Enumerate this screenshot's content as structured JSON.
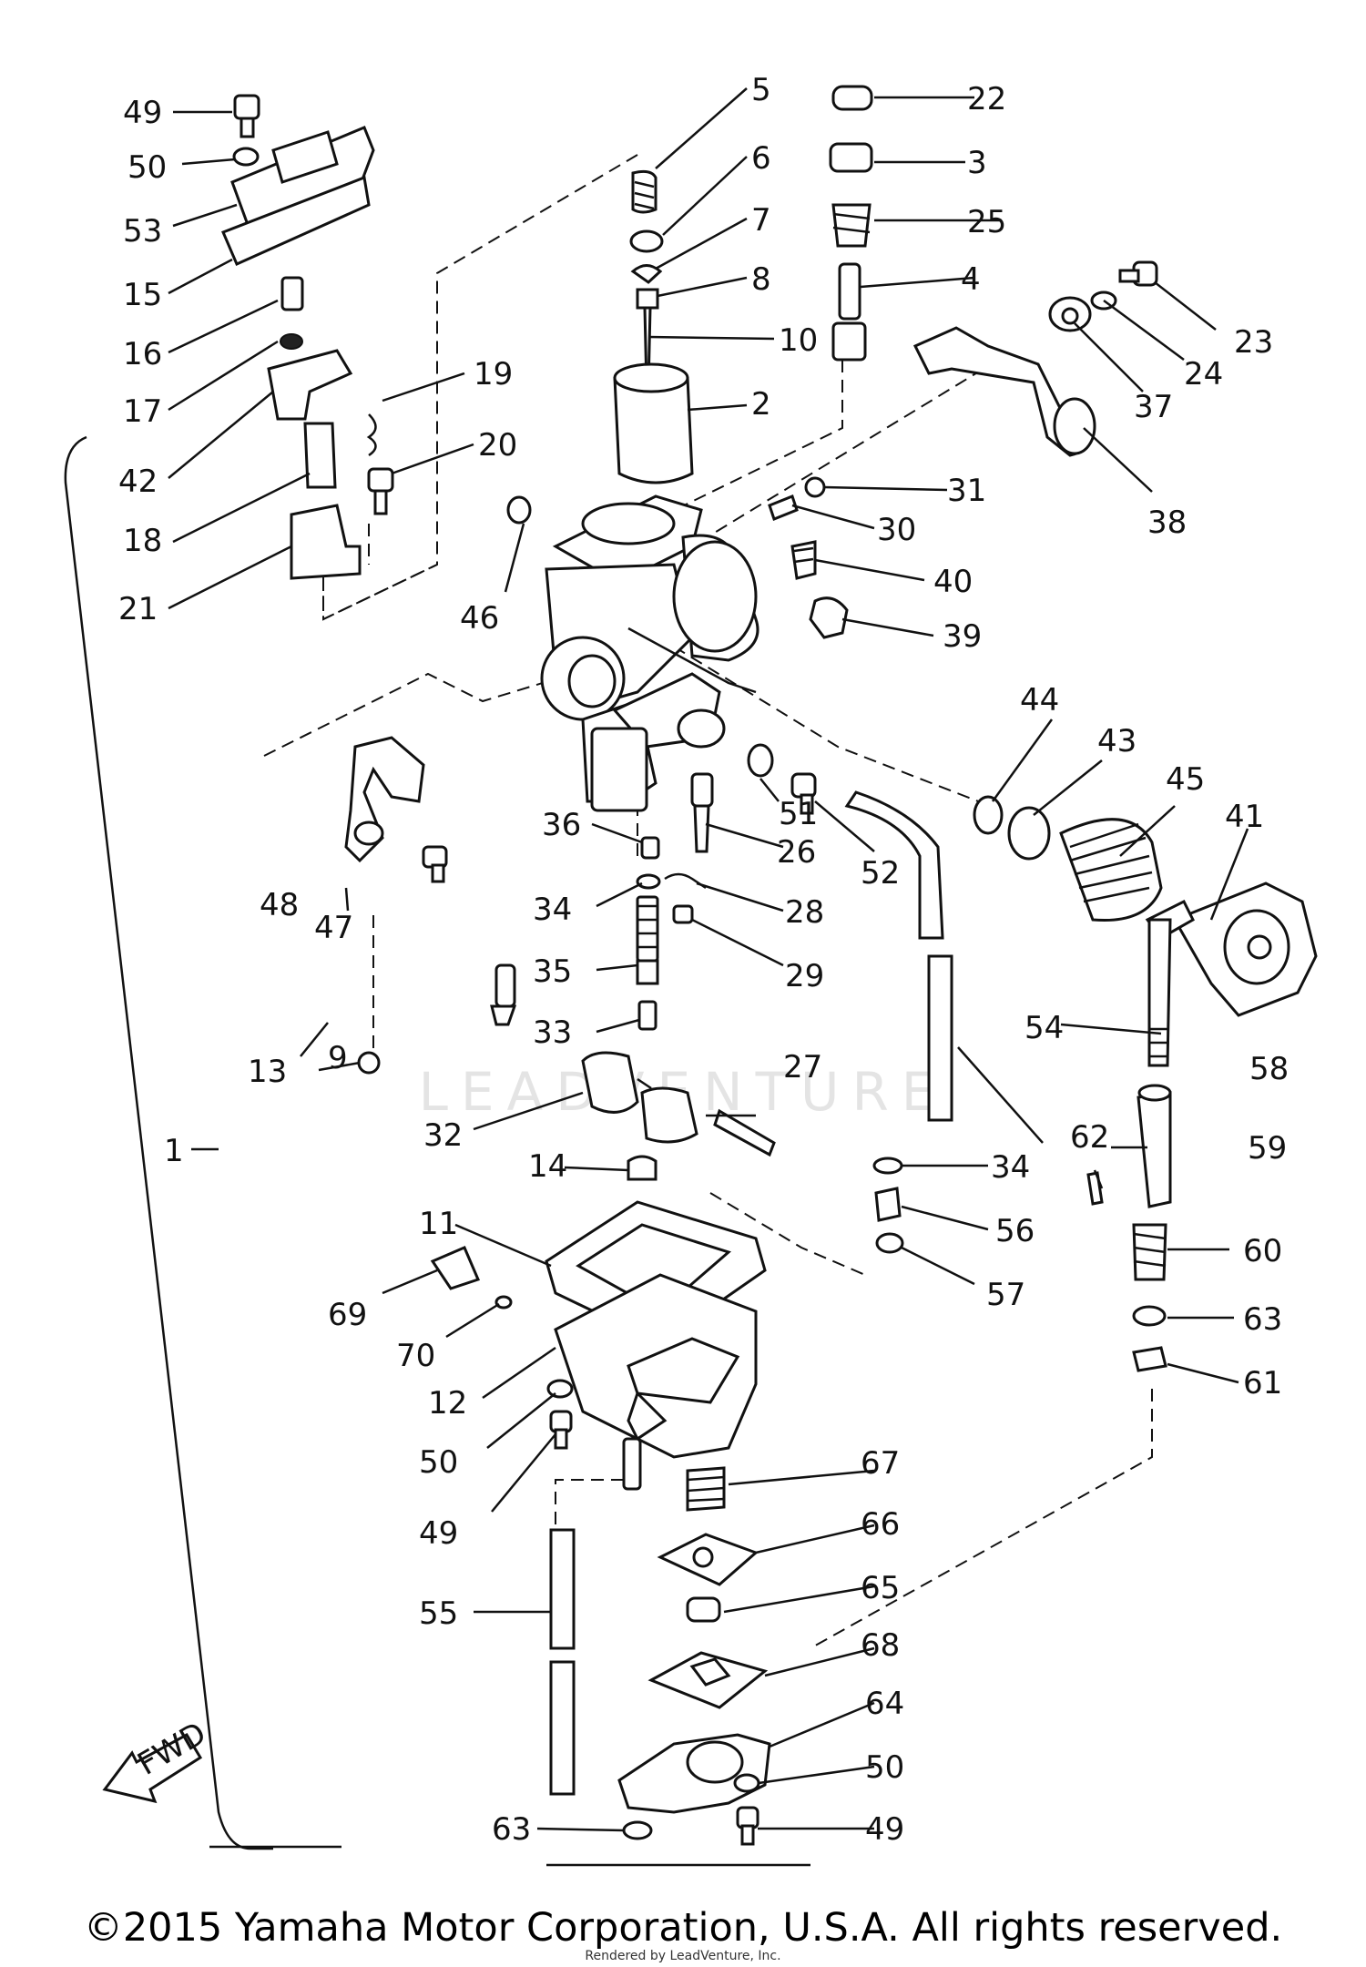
{
  "watermark": "LEADVENTURE",
  "copyright": "©2015 Yamaha Motor Corporation, U.S.A. All rights reserved.",
  "rendered_by": "Rendered by LeadVenture, Inc.",
  "fwd_label": "FWD",
  "callouts": {
    "c1": "1",
    "c2": "2",
    "c3": "3",
    "c4": "4",
    "c5": "5",
    "c6": "6",
    "c7": "7",
    "c8": "8",
    "c9": "9",
    "c10": "10",
    "c11": "11",
    "c12": "12",
    "c13": "13",
    "c14": "14",
    "c15": "15",
    "c16": "16",
    "c17": "17",
    "c18": "18",
    "c19": "19",
    "c20": "20",
    "c21": "21",
    "c22": "22",
    "c23": "23",
    "c24": "24",
    "c25": "25",
    "c26": "26",
    "c27": "27",
    "c28": "28",
    "c29": "29",
    "c30": "30",
    "c31": "31",
    "c32": "32",
    "c33": "33",
    "c34a": "34",
    "c34b": "34",
    "c35": "35",
    "c36": "36",
    "c37": "37",
    "c38": "38",
    "c39": "39",
    "c40": "40",
    "c41": "41",
    "c42": "42",
    "c43": "43",
    "c44": "44",
    "c45": "45",
    "c46": "46",
    "c47": "47",
    "c48": "48",
    "c49a": "49",
    "c49b": "49",
    "c49c": "49",
    "c50a": "50",
    "c50b": "50",
    "c50c": "50",
    "c51": "51",
    "c52": "52",
    "c53": "53",
    "c54": "54",
    "c55": "55",
    "c56": "56",
    "c57": "57",
    "c58": "58",
    "c59": "59",
    "c60": "60",
    "c61": "61",
    "c62": "62",
    "c63a": "63",
    "c63b": "63",
    "c64": "64",
    "c65": "65",
    "c66": "66",
    "c67": "67",
    "c68": "68",
    "c69": "69",
    "c70": "70"
  }
}
